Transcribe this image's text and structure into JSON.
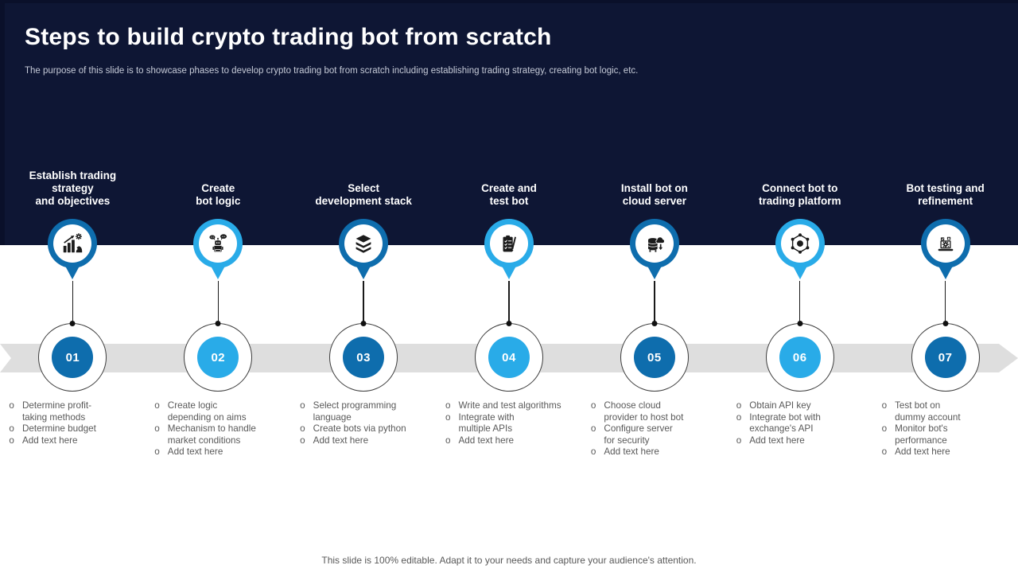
{
  "slide": {
    "title": "Steps to build crypto trading bot from scratch",
    "subtitle": "The purpose of this slide is to showcase phases to develop crypto trading bot from scratch including establishing trading strategy, creating bot logic, etc.",
    "footer": "This slide is 100% editable. Adapt it to your needs and capture your audience's attention."
  },
  "colors": {
    "navy_background": "#0e1634",
    "dark_blue_accent": "#0e6dad",
    "light_blue_accent": "#29abe8",
    "band_gray": "#dedede",
    "body_text_gray": "#595959"
  },
  "bullet_marker": "o",
  "steps": [
    {
      "number": "01",
      "title": "Establish trading\nstrategy\nand objectives",
      "icon": "growth-chart-icon",
      "accent": "#0e6dad",
      "bullets": [
        "Determine profit-\ntaking methods",
        "Determine budget",
        "Add text here"
      ]
    },
    {
      "number": "02",
      "title": "Create\nbot logic",
      "icon": "chat-bot-icon",
      "accent": "#29abe8",
      "bullets": [
        "Create logic\ndepending on aims",
        "Mechanism to handle\nmarket conditions",
        "Add text here"
      ]
    },
    {
      "number": "03",
      "title": "Select\ndevelopment stack",
      "icon": "layers-icon",
      "accent": "#0e6dad",
      "bullets": [
        "Select programming\nlanguage",
        "Create bots via python",
        "Add text here"
      ]
    },
    {
      "number": "04",
      "title": "Create and\ntest bot",
      "icon": "checklist-icon",
      "accent": "#29abe8",
      "bullets": [
        "Write and test algorithms",
        "Integrate with\nmultiple APIs",
        "Add text here"
      ]
    },
    {
      "number": "05",
      "title": "Install bot on\ncloud server",
      "icon": "cloud-server-icon",
      "accent": "#0e6dad",
      "bullets": [
        "Choose cloud\nprovider to host bot",
        "Configure server\nfor security",
        "Add text here"
      ]
    },
    {
      "number": "06",
      "title": "Connect bot to\ntrading platform",
      "icon": "network-icon",
      "accent": "#29abe8",
      "bullets": [
        "Obtain API key",
        "Integrate bot with\nexchange's API",
        "Add text here"
      ]
    },
    {
      "number": "07",
      "title": "Bot testing and\nrefinement",
      "icon": "laptop-gear-icon",
      "accent": "#0e6dad",
      "bullets": [
        "Test bot on\ndummy account",
        "Monitor bot's\nperformance",
        "Add text here"
      ]
    }
  ]
}
